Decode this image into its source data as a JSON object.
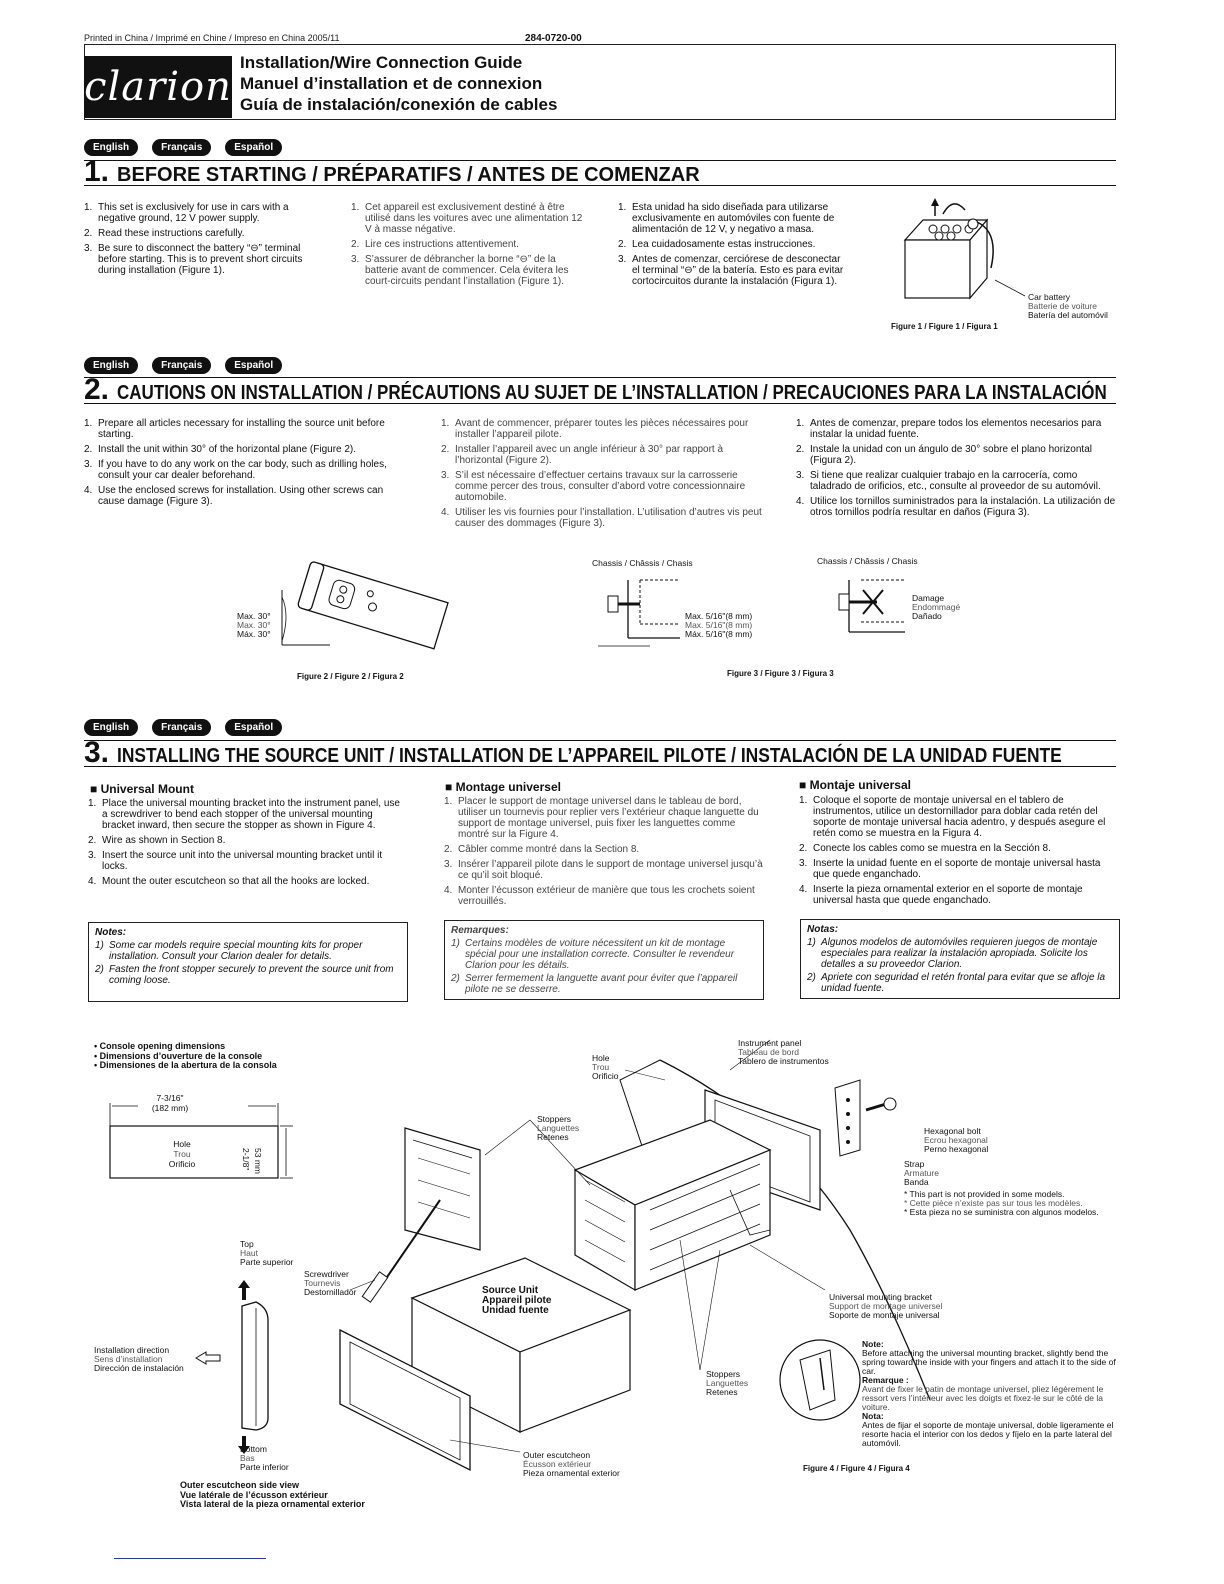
{
  "header": {
    "printed": "Printed in China / Imprimé en Chine / Impreso en China   2005/11",
    "part_number": "284-0720-00",
    "logo_text": "clarion",
    "titles": [
      "Installation/Wire Connection Guide",
      "Manuel d’installation et de connexion",
      "Guía de instalación/conexión de cables"
    ]
  },
  "languages": [
    "English",
    "Français",
    "Español"
  ],
  "section1": {
    "num": "1.",
    "title": "BEFORE STARTING / PRÉPARATIFS / ANTES DE COMENZAR",
    "en": [
      "This set is exclusively for use in cars with a negative ground, 12 V power supply.",
      "Read these instructions carefully.",
      "Be sure to disconnect the battery “⊖” terminal before starting. This is to prevent short circuits during installation (Figure 1)."
    ],
    "fr": [
      "Cet appareil est exclusivement destiné à être utilisé dans les voitures avec une alimentation 12 V à masse négative.",
      "Lire ces instructions attentivement.",
      "S’assurer de débrancher la borne “⊖” de la batterie avant de commencer. Cela évitera les court-circuits pendant l’installation (Figure 1)."
    ],
    "es": [
      "Esta unidad ha sido diseñada para utilizarse exclusivamente en automóviles con fuente de alimentación de 12 V, y negativo a masa.",
      "Lea cuidadosamente estas instrucciones.",
      "Antes de comenzar, cerciórese de desconectar el terminal “⊖” de la batería. Esto es para evitar cortocircuitos durante la instalación (Figura 1)."
    ],
    "fig1_labels": [
      "Car battery",
      "Batterie de voiture",
      "Batería del automóvil"
    ],
    "fig1_caption": "Figure 1 / Figure 1 / Figura 1"
  },
  "section2": {
    "num": "2.",
    "title": "CAUTIONS ON INSTALLATION / PRÉCAUTIONS AU SUJET DE L’INSTALLATION / PRECAUCIONES PARA LA INSTALACIÓN",
    "en": [
      "Prepare all articles necessary for installing the source unit before starting.",
      "Install the unit within 30° of the horizontal plane (Figure 2).",
      "If you have to do any work on the car body, such as drilling holes, consult your car dealer beforehand.",
      "Use the enclosed screws for installation. Using other screws can cause damage (Figure 3)."
    ],
    "fr": [
      "Avant de commencer, préparer toutes les pièces nécessaires pour installer l’appareil pilote.",
      "Installer l’appareil avec un angle inférieur à 30° par rapport à l’horizontal (Figure 2).",
      "S’il est nécessaire d’effectuer certains travaux sur la carrosserie comme percer des trous, consulter d’abord votre concessionnaire automobile.",
      "Utiliser les vis fournies pour l’installation. L’utilisation d’autres vis peut causer des dommages (Figure 3)."
    ],
    "es": [
      "Antes de comenzar, prepare todos los elementos necesarios para instalar la unidad fuente.",
      "Instale la unidad con un ángulo de 30° sobre el plano horizontal (Figura 2).",
      "Si tiene que realizar cualquier trabajo en la carrocería, como taladrado de orificios, etc., consulte al proveedor de su automóvil.",
      "Utilice los tornillos suministrados para la instalación. La utilización de otros tornillos podría resultar en daños (Figura 3)."
    ],
    "fig2_angle": [
      "Max. 30°",
      "Max. 30°",
      "Máx. 30°"
    ],
    "fig2_caption": "Figure 2 / Figure 2 / Figura 2",
    "chassis": "Chassis / Châssis / Chasis",
    "fig3_max": [
      "Max. 5/16\"(8 mm)",
      "Max. 5/16\"(8 mm)",
      "Máx. 5/16\"(8 mm)"
    ],
    "fig3_damage": [
      "Damage",
      "Endommagé",
      "Dañado"
    ],
    "fig3_caption": "Figure 3 / Figure 3 / Figura 3"
  },
  "section3": {
    "num": "3.",
    "title": "INSTALLING THE SOURCE UNIT / INSTALLATION DE L’APPAREIL PILOTE / INSTALACIÓN DE LA UNIDAD FUENTE",
    "en_head": "Universal Mount",
    "fr_head": "Montage universel",
    "es_head": "Montaje universal",
    "en": [
      "Place the universal mounting bracket into the instrument panel, use a screwdriver to bend each stopper of the universal mounting bracket inward, then secure the stopper as shown in Figure 4.",
      "Wire as shown in Section 8.",
      "Insert the source unit into the universal mounting bracket until it locks.",
      "Mount the outer escutcheon so that all the hooks are locked."
    ],
    "fr": [
      "Placer le support de montage universel dans le tableau de bord, utiliser un tournevis pour replier vers l’extérieur chaque languette du support de montage universel, puis fixer les languettes comme montré sur la Figure 4.",
      "Câbler comme montré dans la Section 8.",
      "Insérer l’appareil pilote dans le support de montage universel jusqu’à ce qu’il soit bloqué.",
      "Monter l’écusson extérieur de manière que tous les crochets soient verrouillés."
    ],
    "es": [
      "Coloque el soporte de montaje universal en el tablero de instrumentos, utilice un destornillador para doblar cada retén del soporte de montaje universal hacia adentro, y después asegure el retén como se muestra en la Figura 4.",
      "Conecte los cables como se muestra en la Sección 8.",
      "Inserte la unidad fuente en el soporte de montaje universal hasta que quede enganchado.",
      "Inserte la pieza ornamental exterior en el soporte de montaje universal hasta que quede enganchado."
    ],
    "notes_en": {
      "head": "Notes:",
      "items": [
        "Some car models require special mounting kits for proper installation. Consult your Clarion dealer for details.",
        "Fasten the front stopper securely to prevent the source unit from coming loose."
      ]
    },
    "notes_fr": {
      "head": "Remarques:",
      "items": [
        "Certains modèles de voiture nécessitent un kit de montage spécial pour une installation correcte. Consulter le revendeur Clarion pour les détails.",
        "Serrer fermement la languette avant pour éviter que l’appareil pilote ne se desserre."
      ]
    },
    "notes_es": {
      "head": "Notas:",
      "items": [
        "Algunos modelos de automóviles requieren juegos de montaje especiales para realizar la instalación apropiada. Solicite los detalles a su proveedor Clarion.",
        "Apriete con seguridad el retén frontal para evitar que se afloje la unidad fuente."
      ]
    },
    "fig4": {
      "console_dims": [
        "• Console opening dimensions",
        "• Dimensions d’ouverture de la console",
        "• Dimensiones de la abertura de la consola"
      ],
      "width": [
        "7-3/16\"",
        "(182 mm)"
      ],
      "height": [
        "2-1/8\"",
        "53 mm"
      ],
      "hole": [
        "Hole",
        "Trou",
        "Orificio"
      ],
      "instrument_panel": [
        "Instrument panel",
        "Tableau de bord",
        "Tablero de instrumentos"
      ],
      "stoppers": [
        "Stoppers",
        "Languettes",
        "Retenes"
      ],
      "hex_bolt": [
        "Hexagonal bolt",
        "Ecrou hexagonal",
        "Perno hexagonal"
      ],
      "strap": [
        "Strap",
        "Armature",
        "Banda"
      ],
      "not_provided": [
        "* This part is not provided in some models.",
        "* Cette pièce n’existe pas sur tous les modèles.",
        "* Esta pieza no se suministra con algunos modelos."
      ],
      "top": [
        "Top",
        "Haut",
        "Parte superior"
      ],
      "screwdriver": [
        "Screwdriver",
        "Tournevis",
        "Destornillador"
      ],
      "source_unit": [
        "Source Unit",
        "Appareil pilote",
        "Unidad fuente"
      ],
      "ubracket": [
        "Universal mounting bracket",
        "Support de montage universel",
        "Soporte de montaje universal"
      ],
      "install_dir": [
        "Installation direction",
        "Sens d’installation",
        "Dirección de instalación"
      ],
      "bottom": [
        "Bottom",
        "Bas",
        "Parte inferior"
      ],
      "outer_esc": [
        "Outer escutcheon",
        "Écusson extérieur",
        "Pieza ornamental exterior"
      ],
      "side_view": [
        "Outer escutcheon side view",
        "Vue latérale de l’écusson extérieur",
        "Vista lateral de la pieza ornamental exterior"
      ],
      "note_head": "Note:",
      "note_en": "Before attaching the universal mounting bracket, slightly bend the spring toward the inside with your fingers and attach it to the side of car.",
      "rem_head": "Remarque :",
      "note_fr": "Avant de fixer le patin de montage universel, pliez légèrement le ressort vers l’intérieur avec les doigts et fixez-le sur le côté de la voiture.",
      "nota_head": "Nota:",
      "note_es": "Antes de fijar el soporte de montaje universal, doble ligeramente el resorte hacia el interior con los dedos y fíjelo en la parte lateral del automóvil.",
      "caption": "Figure 4 / Figure 4 / Figura 4"
    }
  }
}
